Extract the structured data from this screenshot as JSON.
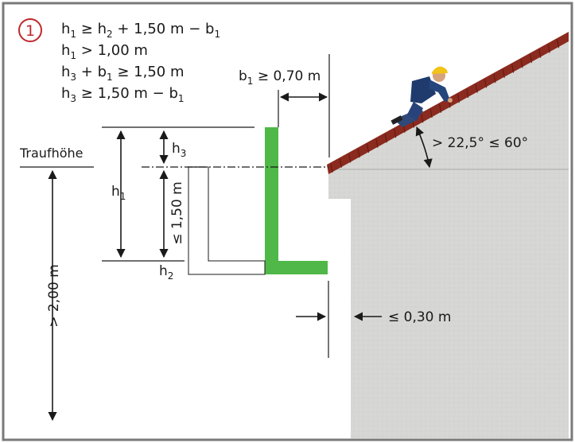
{
  "step_number": "1",
  "formulas": [
    {
      "a": "h",
      "as": "1",
      "mid": " ≥ h",
      "ms": "2",
      "rest": " + 1,50 m − b",
      "rs": "1"
    },
    {
      "a": "h",
      "as": "1",
      "mid": " > 1,00 m",
      "ms": "",
      "rest": "",
      "rs": ""
    },
    {
      "a": "h",
      "as": "3",
      "mid": " + b",
      "ms": "1",
      "rest": " ≥ 1,50 m",
      "rs": ""
    },
    {
      "a": "h",
      "as": "3",
      "mid": " ≥ 1,50 m − b",
      "ms": "1",
      "rest": "",
      "rs": ""
    }
  ],
  "labels": {
    "b1": {
      "main": "b",
      "sub": "1",
      "rest": " ≥ 0,70 m"
    },
    "h3": {
      "main": "h",
      "sub": "3"
    },
    "h1": {
      "main": "h",
      "sub": "1"
    },
    "h2": {
      "main": "h",
      "sub": "2"
    },
    "traufhoehe": "Traufhöhe",
    "max_height": "≤ 1,50 m",
    "min_height": "> 2,00 m",
    "angle": "> 22,5° ≤ 60°",
    "gap": "≤ 0,30 m"
  },
  "colors": {
    "frame": "#7a7a7a",
    "wall": "#d6d6d4",
    "roof_tiles": "#8b2a1e",
    "guard": "#4fb848",
    "accent_circle": "#c0282d",
    "text": "#1a1a1a"
  }
}
